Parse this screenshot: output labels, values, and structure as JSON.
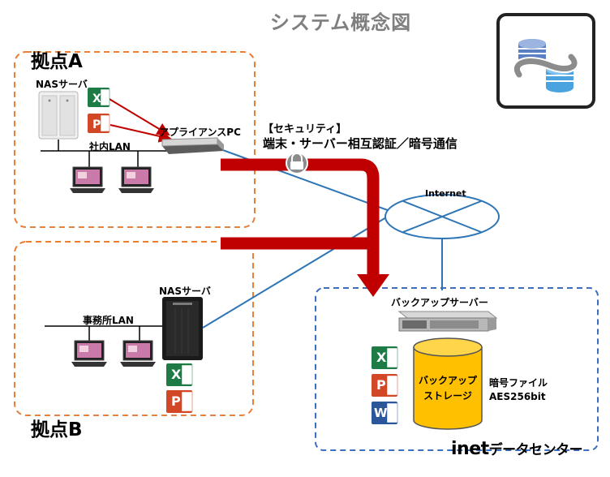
{
  "title": "システム概念図",
  "site_a": {
    "label": "拠点A",
    "nas_label": "NASサーバ",
    "appliance_label": "アプライアンスPC",
    "lan_label": "社内LAN"
  },
  "site_b": {
    "label": "拠点B",
    "nas_label": "NASサーバ",
    "lan_label": "事務所LAN"
  },
  "security": {
    "title": "【セキュリティ】",
    "body": "端末・サーバー相互認証／暗号通信"
  },
  "internet_label": "Internet",
  "datacenter": {
    "backup_server_label": "バックアップサーバー",
    "storage_line1": "バックアップ",
    "storage_line2": "ストレージ",
    "encrypted_line1": "暗号ファイル",
    "encrypted_line2": "AES256bit",
    "brand": "inet",
    "name": "データセンター"
  },
  "file_icons": {
    "excel": "X",
    "powerpoint": "P",
    "word": "W"
  },
  "colors": {
    "site_border": "#e8803a",
    "datacenter_border": "#3a6fc4",
    "arrow": "#c00000",
    "network_line": "#2e75b6",
    "storage_fill": "#ffc000",
    "excel": "#1e7b45",
    "powerpoint": "#d24726",
    "word": "#2b579a"
  }
}
